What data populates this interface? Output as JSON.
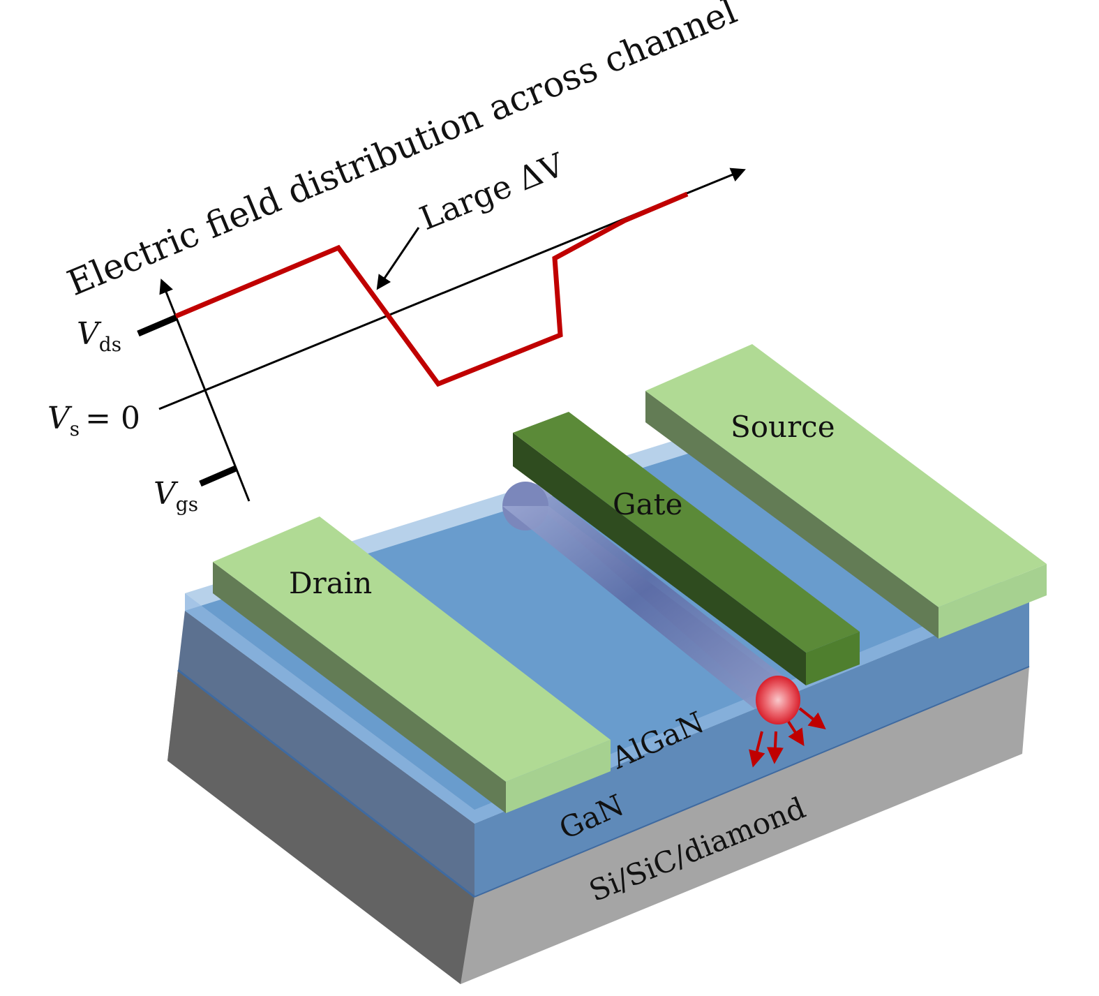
{
  "annotations": {
    "title": "Electric field distribution across channel",
    "large_dv": "Large ΔV",
    "vds_main": "V",
    "vds_sub": "ds",
    "vs_main": "V",
    "vs_sub": "s",
    "vs_eq": "= 0",
    "vgs_main": "V",
    "vgs_sub": "gs"
  },
  "device": {
    "drain": "Drain",
    "gate": "Gate",
    "source": "Source",
    "algan": "AlGaN",
    "gan": "GaN",
    "substrate": "Si/SiC/diamond"
  },
  "colors": {
    "field_curve": "#c00000",
    "contact_green": "#b0da94",
    "gate_green": "#5b8a38",
    "gan_blue": "#6394c4",
    "substrate_gray": "#a5a5a5",
    "hotspot_red": "#e8323c"
  }
}
